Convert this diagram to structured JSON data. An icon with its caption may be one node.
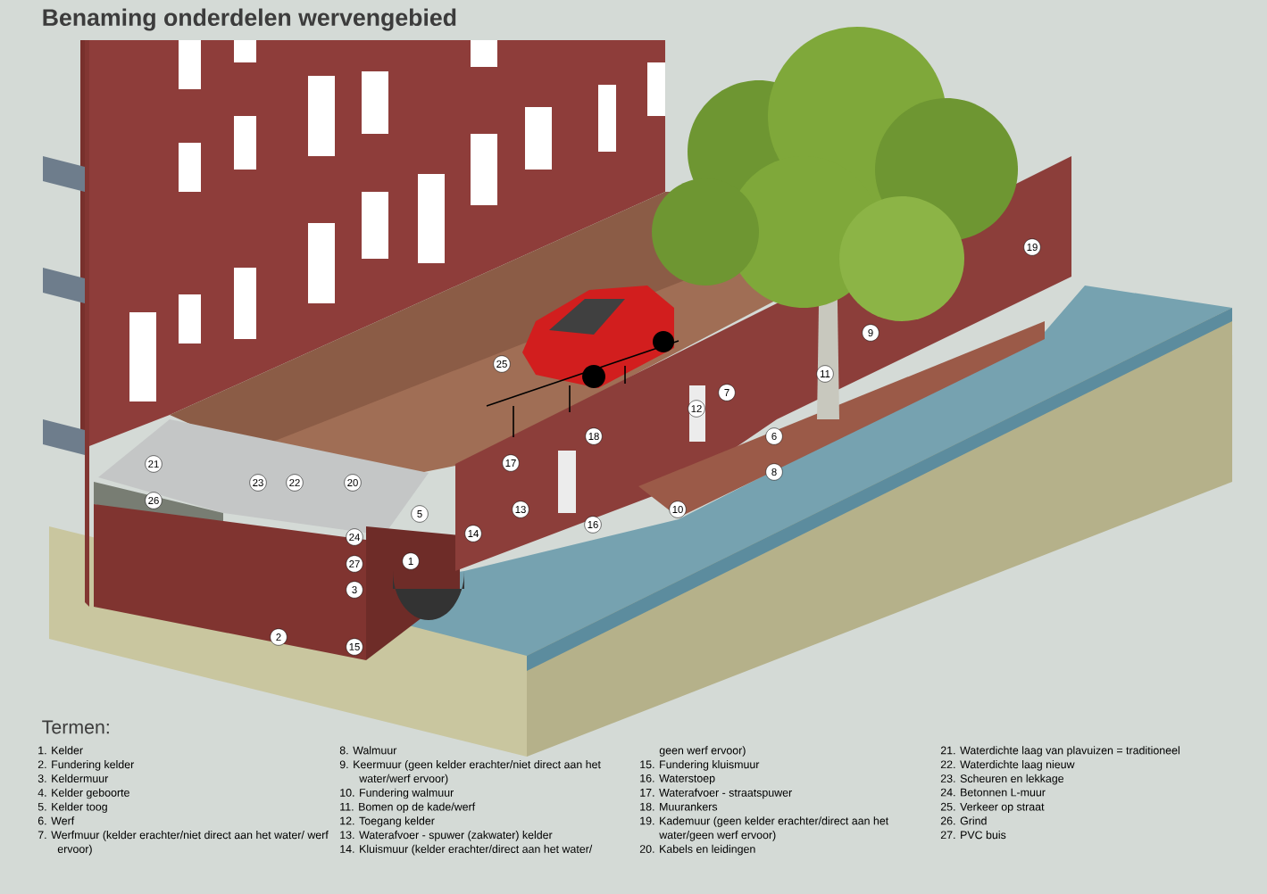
{
  "diagram": {
    "title": "Benaming onderdelen wervengebied",
    "labels": [
      "19",
      "9",
      "25",
      "11",
      "7",
      "12",
      "18",
      "6",
      "21",
      "17",
      "8",
      "23",
      "22",
      "20",
      "26",
      "13",
      "10",
      "5",
      "16",
      "14",
      "24",
      "27",
      "1",
      "3",
      "2",
      "15",
      "Termen:",
      "1. Kelder",
      "2. Fundering kelder",
      "3. Keldermuur",
      "4. Kelder geboorte",
      "5. Kelder toog",
      "6. Werf",
      "7. Werfmuur (kelder erachter/niet direct aan het water/ werf ervoor)",
      "8. Walmuur",
      "9. Keermuur (geen kelder erachter/niet direct aan het water/werf ervoor)",
      "10. Fundering walmuur",
      "11. Bomen op de kade/werf",
      "12. Toegang kelder",
      "13. Waterafvoer - spuwer (zakwater) kelder",
      "14. Kluismuur (kelder erachter/direct aan het water/",
      "geen werf ervoor)",
      "15. Fundering kluismuur",
      "16. Waterstoep",
      "17. Waterafvoer - straatspuwer",
      "18. Muurankers",
      "19. Kademuur (geen kelder erachter/direct aan het water/geen werf ervoor)",
      "20. Kabels en leidingen",
      "21. Waterdichte laag van plavuizen = traditioneel",
      "22. Waterdichte laag nieuw",
      "23. Scheuren en lekkage",
      "24. Betonnen L-muur",
      "25. Verkeer op straat",
      "26. Grind",
      "27. PVC buis"
    ]
  }
}
